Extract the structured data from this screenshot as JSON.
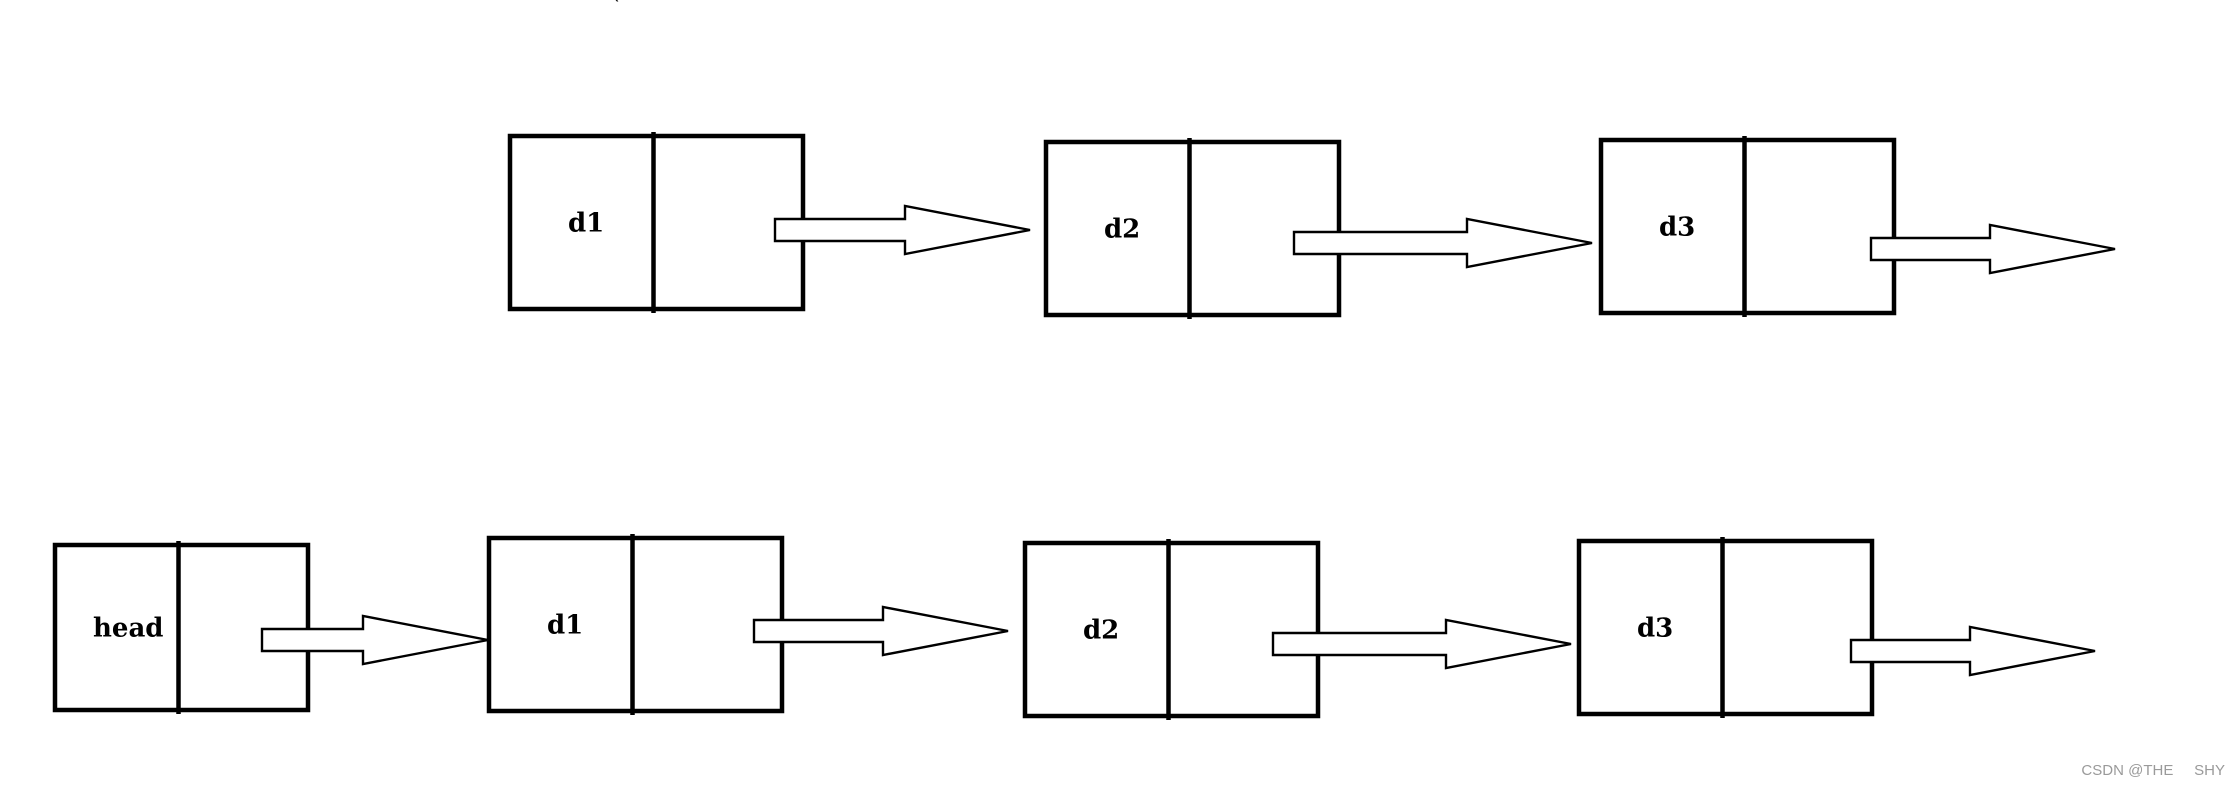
{
  "diagram": {
    "rows": [
      {
        "name": "list-without-head",
        "nodes": [
          "d1",
          "d2",
          "d3"
        ],
        "trailing_arrow": true
      },
      {
        "name": "list-with-head",
        "nodes": [
          "head",
          "d1",
          "d2",
          "d3"
        ],
        "trailing_arrow": true
      }
    ],
    "stray_mark": "`"
  },
  "watermark": "CSDN @THE     SHY"
}
